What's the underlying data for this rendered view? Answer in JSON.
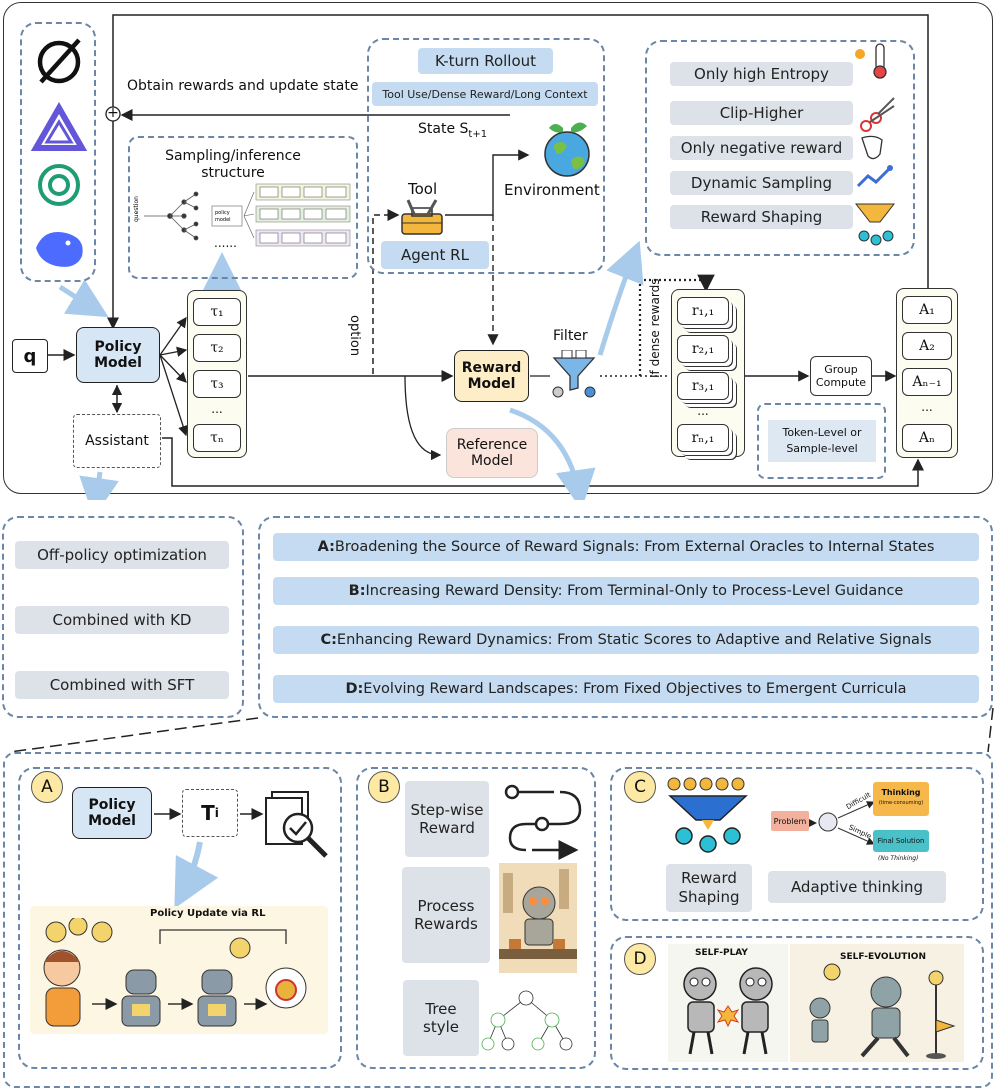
{
  "colors": {
    "dash": "#6b86a6",
    "policy_fill": "#d7e6f5",
    "reward_fill": "#fdeec8",
    "reference_fill": "#fbe4dc",
    "pill_gray": "#dde2e8",
    "pill_blue": "#c5dbf1",
    "arrow_light": "#a9cbeb"
  },
  "pipeline": {
    "q": "q",
    "policy_model": "Policy Model",
    "assistant": "Assistant",
    "trajectories": [
      "τ₁",
      "τ₂",
      "τ₃",
      "...",
      "τₙ"
    ],
    "reward_model": "Reward Model",
    "reference_model": "Reference Model",
    "filter": "Filter",
    "if_dense": "If dense rewards",
    "option": "option",
    "rewards": [
      "r₁,₁",
      "r₂,₁",
      "r₃,₁",
      "...",
      "rₙ,₁"
    ],
    "group_compute": "Group Compute",
    "token_level": "Token-Level or Sample-level",
    "advantages": [
      "A₁",
      "A₂",
      "Aₙ₋₁",
      "...",
      "Aₙ"
    ],
    "obtain_rewards": "Obtain rewards and update state",
    "plus": "+"
  },
  "sampling": {
    "title": "Sampling/inference structure",
    "dots": "......",
    "question": "question",
    "policy_model_small": "policy model"
  },
  "rollout": {
    "title": "K-turn Rollout",
    "subtitle": "Tool Use/Dense Reward/Long Context",
    "state": "State S",
    "state_sub": "t+1",
    "tool": "Tool",
    "environment": "Environment",
    "agent_rl": "Agent RL"
  },
  "techniques": [
    "Only high Entropy",
    "Clip-Higher",
    "Only negative reward",
    "Dynamic Sampling",
    "Reward Shaping"
  ],
  "offpolicy": [
    "Off-policy optimization",
    "Combined with KD",
    "Combined with SFT"
  ],
  "dimensions": [
    {
      "key": "A:",
      "text": "Broadening the Source of Reward Signals: From External Oracles to Internal States"
    },
    {
      "key": "B:",
      "text": "Increasing Reward Density: From Terminal-Only to Process-Level Guidance"
    },
    {
      "key": "C:",
      "text": "Enhancing Reward Dynamics: From Static Scores to Adaptive and Relative Signals"
    },
    {
      "key": "D:",
      "text": "Evolving Reward Landscapes: From Fixed Objectives to Emergent Curricula"
    }
  ],
  "panel_a": {
    "label": "A",
    "policy_model": "Policy Model",
    "ti": "T",
    "ti_sub": "i",
    "caption": "Policy Update via RL"
  },
  "panel_b": {
    "label": "B",
    "items": [
      "Step-wise Reward",
      "Process Rewards",
      "Tree style"
    ]
  },
  "panel_c": {
    "label": "C",
    "reward_shaping": "Reward Shaping",
    "adaptive": "Adaptive thinking",
    "problem": "Problem",
    "difficult": "Difficult",
    "simple": "Simple",
    "thinking": "Thinking",
    "thinking_sub": "(time-consuming)",
    "final": "Final Solution",
    "no_thinking": "(No Thinking)"
  },
  "panel_d": {
    "label": "D",
    "self_play": "SELF-PLAY",
    "self_evolution": "SELF-EVOLUTION"
  }
}
